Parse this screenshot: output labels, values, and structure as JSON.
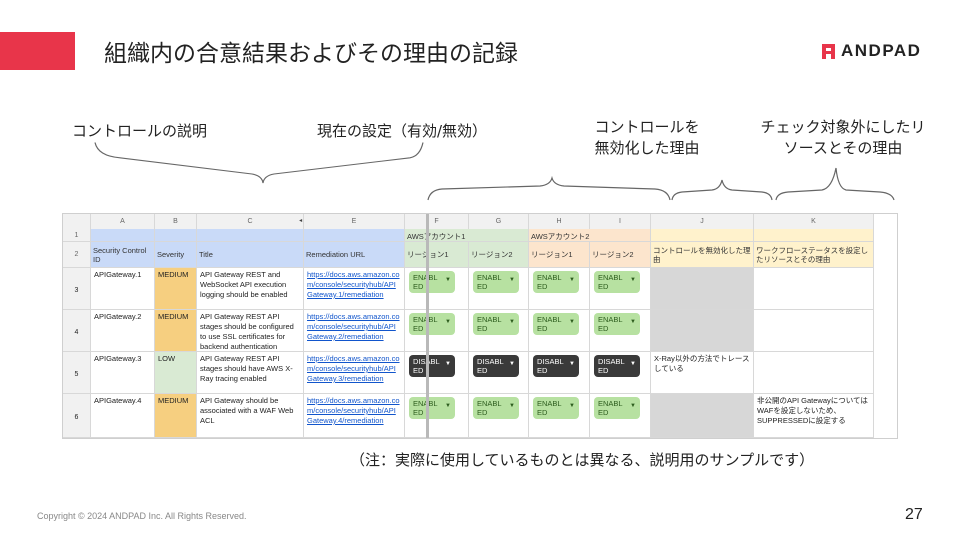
{
  "slide": {
    "title": "組織内の合意結果およびその理由の記録",
    "brand": "ANDPAD",
    "copyright": "Copyright © 2024 ANDPAD Inc. All Rights Reserved.",
    "page_number": "27",
    "accent_color": "#e8354a"
  },
  "callouts": {
    "control_desc": "コントロールの説明",
    "current_setting": "現在の設定（有効/無効）",
    "disabled_reason_1": "コントロールを",
    "disabled_reason_2": "無効化した理由",
    "suppressed_reason_1": "チェック対象外にしたリ",
    "suppressed_reason_2": "ソースとその理由"
  },
  "note": "（注：実際に使用しているものとは異なる、説明用のサンプルです）",
  "sheet": {
    "columns": [
      "A",
      "B",
      "C",
      "E",
      "F",
      "G",
      "H",
      "I",
      "J",
      "K"
    ],
    "hidden_col_marker": "◂ ▸",
    "row_numbers": [
      "1",
      "2",
      "3",
      "4",
      "5",
      "6"
    ],
    "group_headers": {
      "aws1": "AWSアカウント1",
      "aws2": "AWSアカウント2"
    },
    "headers": {
      "id": "Security Control ID",
      "severity": "Severity",
      "title": "Title",
      "url": "Remediation URL",
      "f": "リージョン1",
      "g": "リージョン2",
      "h": "リージョン1",
      "i": "リージョン2",
      "j": "コントロールを無効化した理由",
      "k": "ワークフローステータスを設定したリソースとその理由"
    },
    "rows": [
      {
        "id": "APIGateway.1",
        "severity": "MEDIUM",
        "title": "API Gateway REST and WebSocket API execution logging should be enabled",
        "url": "https://docs.aws.amazon.com/console/securityhub/APIGateway.1/remediation",
        "states": [
          "ENABLED",
          "ENABLED",
          "ENABLED",
          "ENABLED"
        ],
        "j": "",
        "k": ""
      },
      {
        "id": "APIGateway.2",
        "severity": "MEDIUM",
        "title": "API Gateway REST API stages should be configured to use SSL certificates for backend authentication",
        "url": "https://docs.aws.amazon.com/console/securityhub/APIGateway.2/remediation",
        "states": [
          "ENABLED",
          "ENABLED",
          "ENABLED",
          "ENABLED"
        ],
        "j": "",
        "k": ""
      },
      {
        "id": "APIGateway.3",
        "severity": "LOW",
        "title": "API Gateway REST API stages should have AWS X-Ray tracing enabled",
        "url": "https://docs.aws.amazon.com/console/securityhub/APIGateway.3/remediation",
        "states": [
          "DISABLED",
          "DISABLED",
          "DISABLED",
          "DISABLED"
        ],
        "j": "X-Ray以外の方法でトレースしている",
        "k": ""
      },
      {
        "id": "APIGateway.4",
        "severity": "MEDIUM",
        "title": "API Gateway should be associated with a WAF Web ACL",
        "url": "https://docs.aws.amazon.com/console/securityhub/APIGateway.4/remediation",
        "states": [
          "ENABLED",
          "ENABLED",
          "ENABLED",
          "ENABLED"
        ],
        "j": "",
        "k": "非公開のAPI GatewayについてはWAFを設定しないため、SUPPRESSEDに設定する"
      }
    ],
    "colors": {
      "enabled": "#b7e1a1",
      "disabled": "#3a3a3a",
      "medium": "#f6cf80",
      "low": "#d9ead3"
    }
  }
}
